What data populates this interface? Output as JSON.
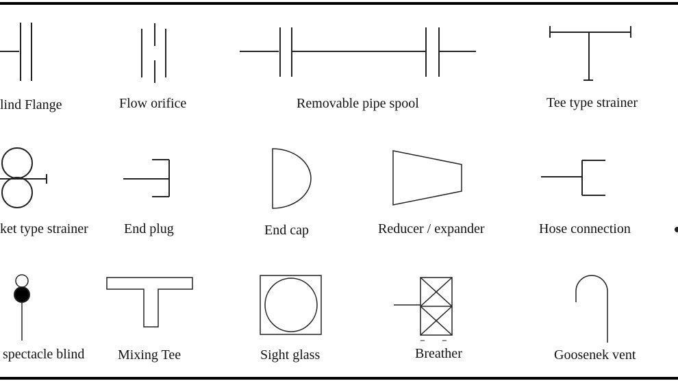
{
  "legend": {
    "row1": [
      {
        "label": "lind Flange"
      },
      {
        "label": "Flow orifice"
      },
      {
        "label": "Removable pipe spool"
      },
      {
        "label": "Tee type strainer"
      }
    ],
    "row2": [
      {
        "label": "ket type strainer"
      },
      {
        "label": "End plug"
      },
      {
        "label": "End cap"
      },
      {
        "label": "Reducer / expander"
      },
      {
        "label": "Hose connection"
      }
    ],
    "row3": [
      {
        "label": "spectacle blind"
      },
      {
        "label": "Mixing  Tee"
      },
      {
        "label": "Sight glass"
      },
      {
        "label": "Breather"
      },
      {
        "label": "Goosenek vent"
      }
    ]
  },
  "colors": {
    "stroke": "#222222",
    "border": "#000000"
  }
}
